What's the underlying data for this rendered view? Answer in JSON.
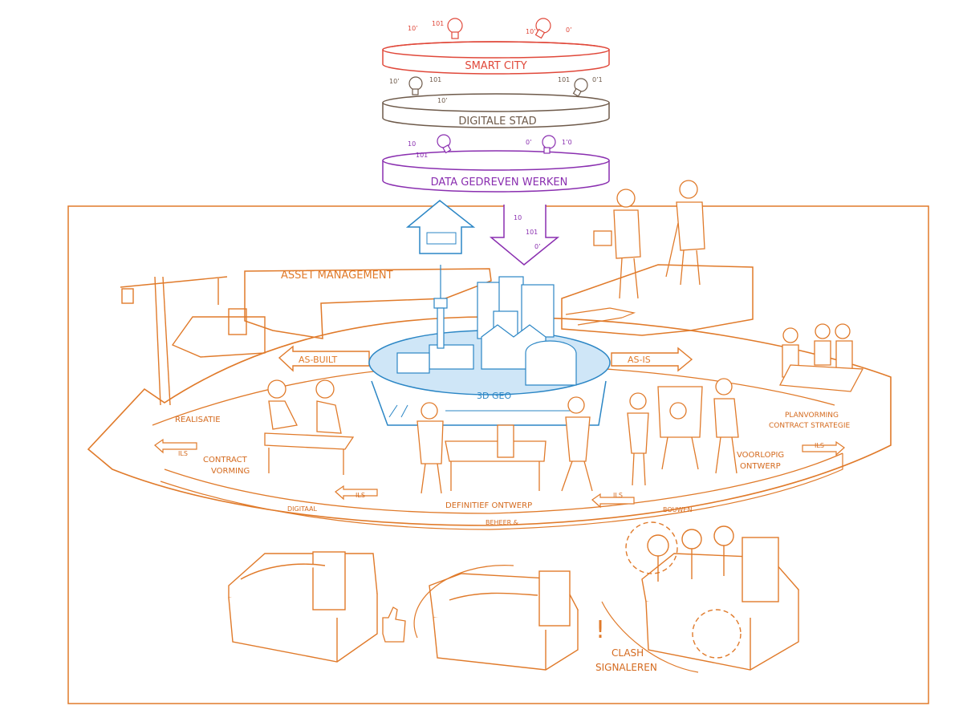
{
  "layers": {
    "smart_city": "SMART CITY",
    "digitale_stad": "DIGITALE STAD",
    "data_gedreven": "DATA GEDREVEN WERKEN"
  },
  "center": {
    "geo_label": "3D GEO",
    "as_built": "AS-BUILT",
    "as_is": "AS-IS"
  },
  "phases": {
    "asset_management": "ASSET MANAGEMENT",
    "realisatie": "REALISATIE",
    "contract_vorming_1": "CONTRACT",
    "contract_vorming_2": "VORMING",
    "definitief_ontwerp": "DEFINITIEF ONTWERP",
    "voorlopig_1": "VOORLOPIG",
    "voorlopig_2": "ONTWERP",
    "planvorming_1": "PLANVORMING",
    "planvorming_2": "CONTRACT STRATEGIE",
    "clash_1": "CLASH",
    "clash_2": "SIGNALEREN"
  },
  "ring_labels": {
    "ils": "ILS",
    "digitaal": "DIGITAAL",
    "beheer": "BEHEER &",
    "bouwen": "BOUWEN"
  },
  "binary": {
    "a": "10’",
    "b": "101",
    "c": "10’",
    "d": "0’",
    "e": "10’",
    "f": "101",
    "g": "10’",
    "h": "101",
    "i": "0’1",
    "j": "10",
    "k": "101",
    "l": "0’",
    "m": "10",
    "n": "1’0"
  },
  "colors": {
    "orange": "#e07a2a",
    "red": "#e0483a",
    "brown": "#6e5a4a",
    "purple": "#8a2fb0",
    "blue": "#2b86c5",
    "lightblue": "#cfe6f7"
  }
}
